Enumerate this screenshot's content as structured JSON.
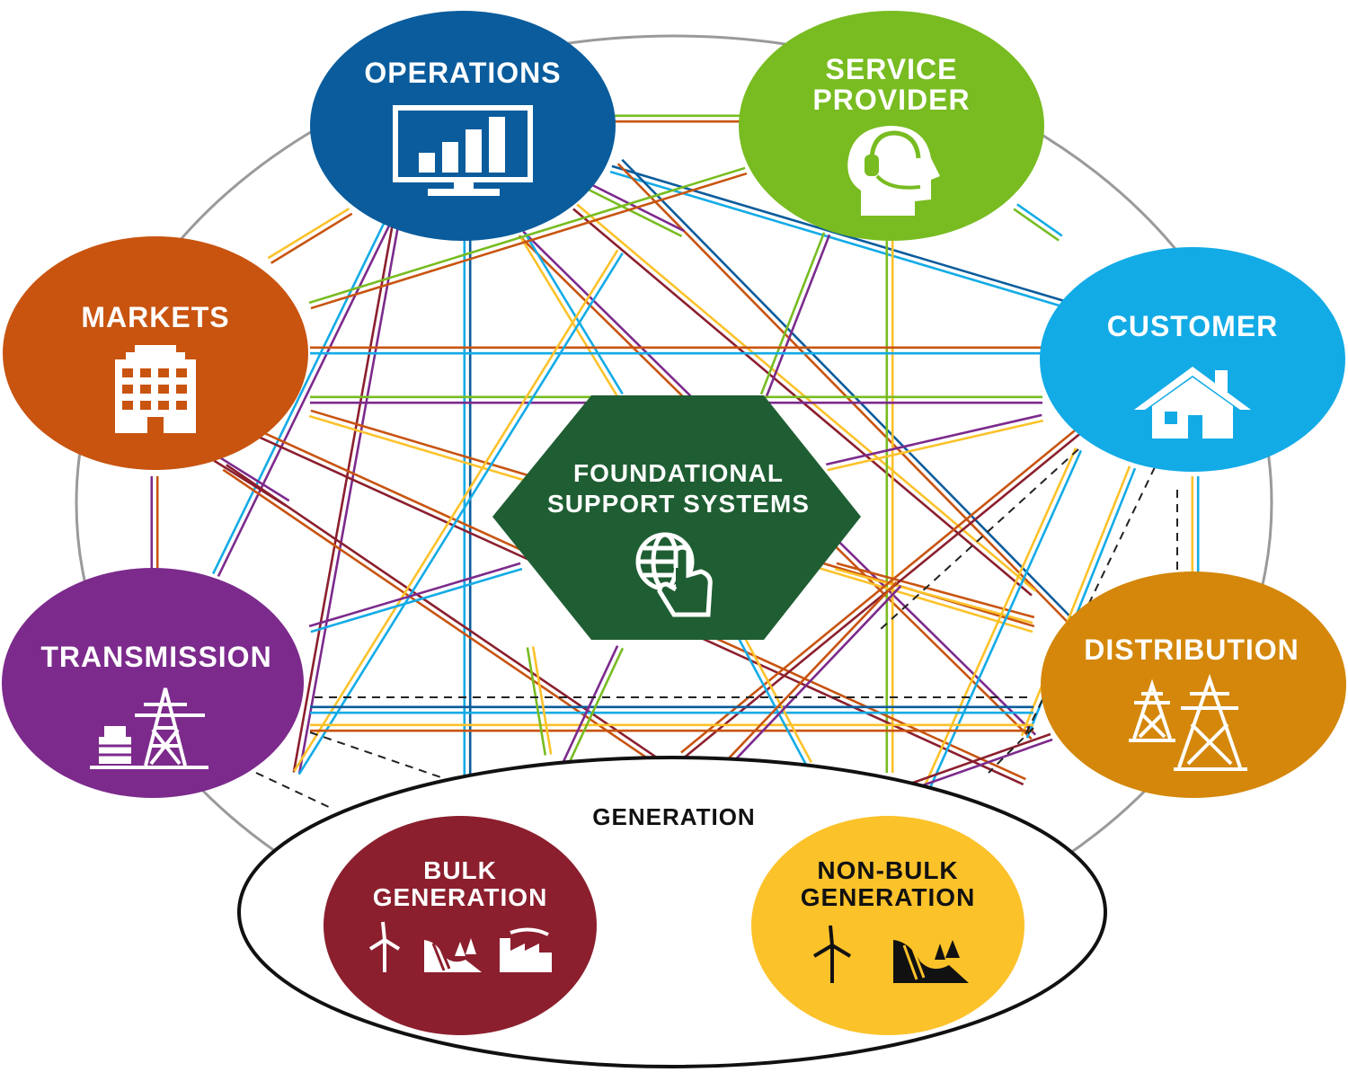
{
  "domains": {
    "operations": {
      "label_lines": [
        "OPERATIONS"
      ],
      "color": "#0a5c9c",
      "icon": "monitor-chart-icon"
    },
    "service_provider": {
      "label_lines": [
        "SERVICE",
        "PROVIDER"
      ],
      "color": "#78bc21",
      "icon": "headset-agent-icon"
    },
    "customer": {
      "label_lines": [
        "CUSTOMER"
      ],
      "color": "#13abe6",
      "icon": "house-icon"
    },
    "distribution": {
      "label_lines": [
        "DISTRIBUTION"
      ],
      "color": "#d4870a",
      "icon": "power-towers-icon"
    },
    "non_bulk_generation": {
      "label_lines": [
        "NON-BULK",
        "GENERATION"
      ],
      "color": "#fcc22a",
      "icon": "wind-hydro-icon"
    },
    "bulk_generation": {
      "label_lines": [
        "BULK",
        "GENERATION"
      ],
      "color": "#8b1f2e",
      "icon": "wind-hydro-factory-icon"
    },
    "transmission": {
      "label_lines": [
        "TRANSMISSION"
      ],
      "color": "#7c2a8c",
      "icon": "transformer-tower-icon"
    },
    "markets": {
      "label_lines": [
        "MARKETS"
      ],
      "color": "#c85410",
      "icon": "office-building-icon"
    }
  },
  "center": {
    "label_lines": [
      "FOUNDATIONAL",
      "SUPPORT SYSTEMS"
    ],
    "color": "#1f5e33",
    "icon": "globe-touch-icon"
  },
  "generation_group": {
    "label": "GENERATION"
  },
  "line_colors": [
    "#c85410",
    "#7c2a8c",
    "#13abe6",
    "#78bc21",
    "#fcc22a",
    "#0a5c9c",
    "#8b1f2e",
    "#d4870a"
  ]
}
